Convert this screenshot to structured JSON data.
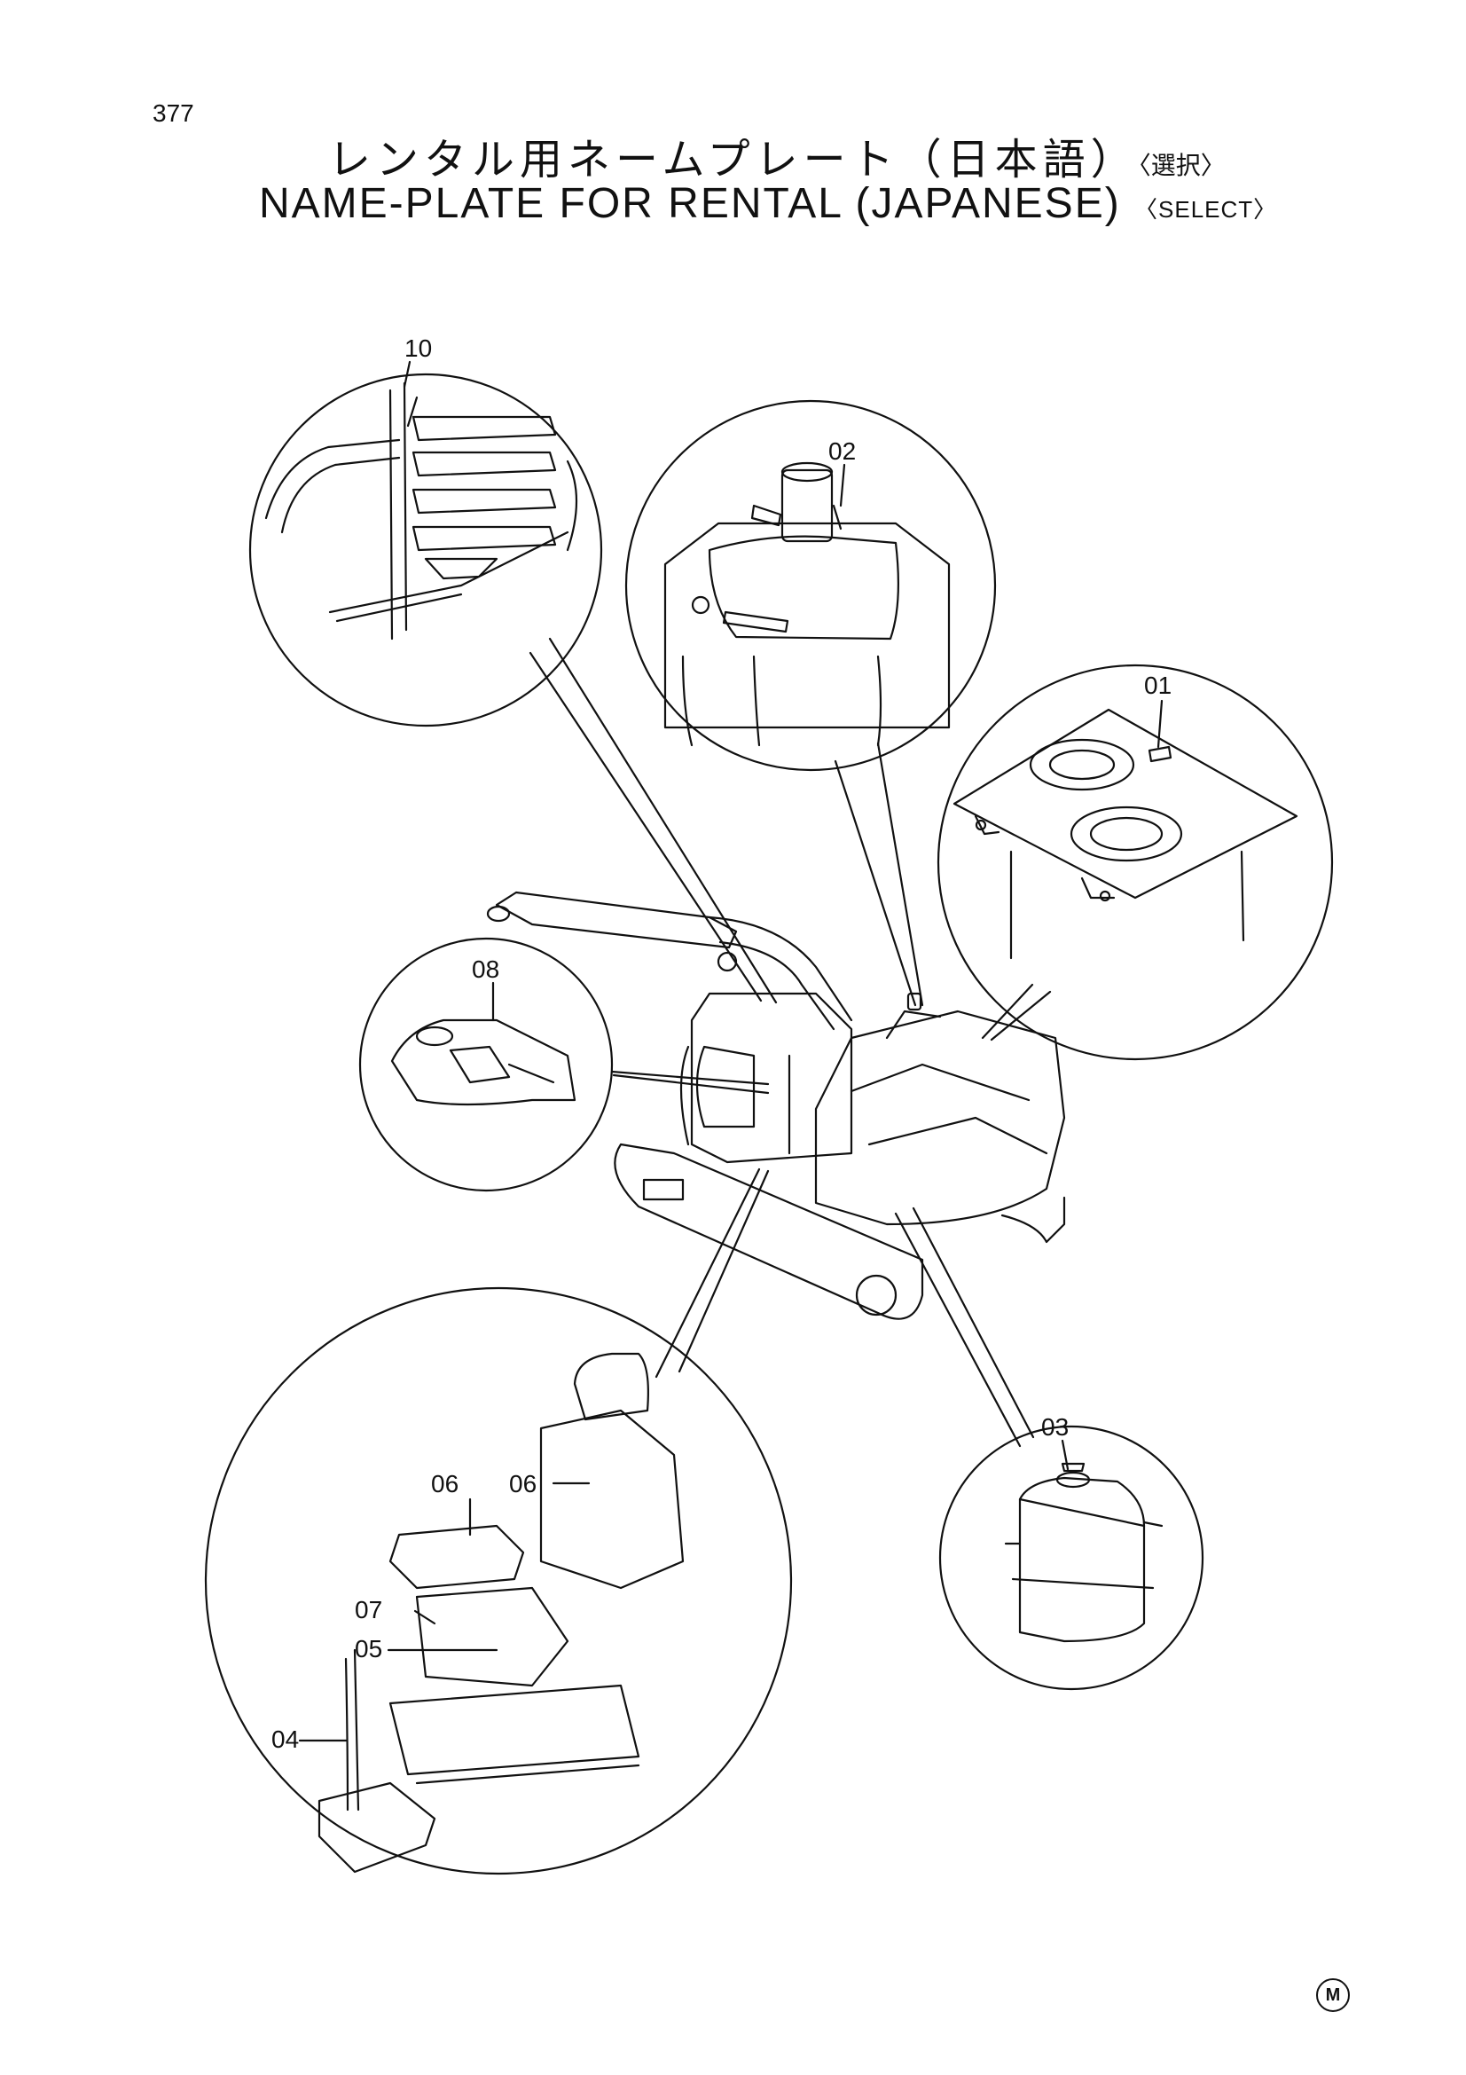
{
  "page": {
    "number": "377"
  },
  "title": {
    "jp": "レンタル用ネームプレート（日本語）",
    "jp_tag": "〈選択〉",
    "en": "NAME-PLATE FOR RENTAL (JAPANESE)",
    "en_tag": "〈SELECT〉"
  },
  "callouts": {
    "c01": "01",
    "c02": "02",
    "c03": "03",
    "c04": "04",
    "c05": "05",
    "c06a": "06",
    "c06b": "06",
    "c07": "07",
    "c08": "08",
    "c10": "10"
  },
  "mark": "M"
}
